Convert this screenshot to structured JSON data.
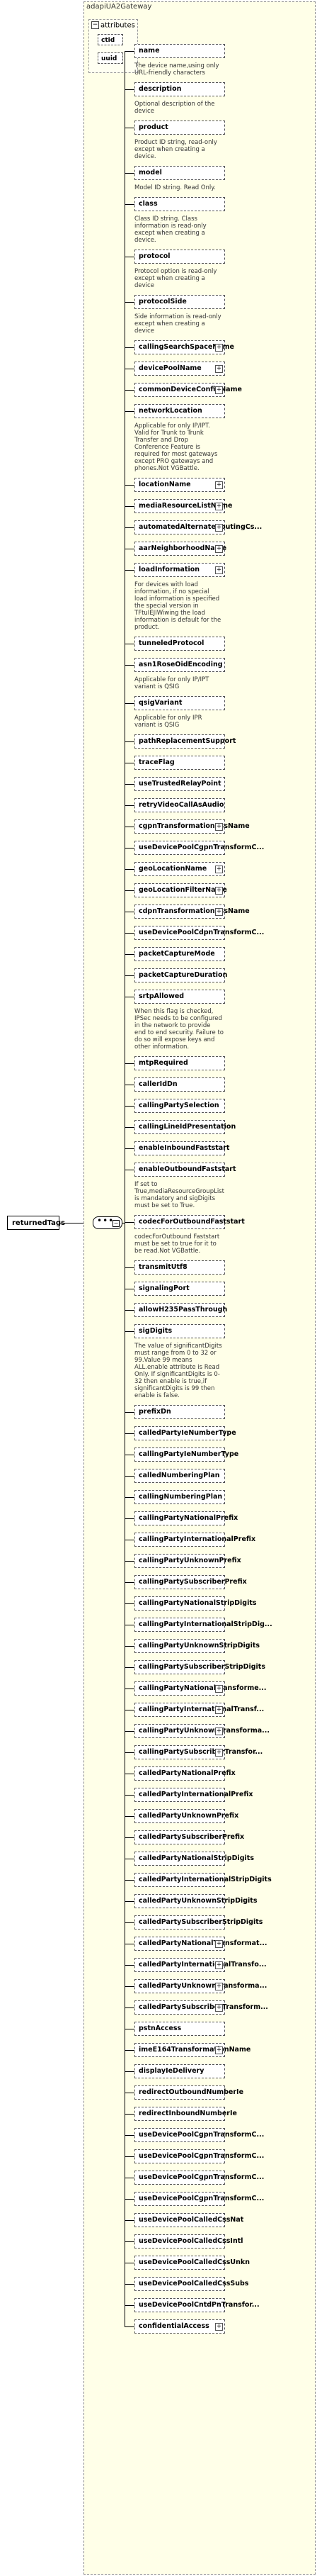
{
  "root": {
    "name": "returnedTags"
  },
  "type": {
    "title": "adapiUA2Gateway"
  },
  "attributes": {
    "title": "attributes",
    "items": [
      "ctid",
      "uuid"
    ]
  },
  "compositor": {
    "symbol": "•••"
  },
  "elements": [
    {
      "name": "name",
      "doc": "The device name,using only URL-friendly characters"
    },
    {
      "name": "description",
      "doc": "Optional description of the device"
    },
    {
      "name": "product",
      "doc": "Product ID string, read-only except when creating a device."
    },
    {
      "name": "model",
      "doc": "Model ID string. Read Only."
    },
    {
      "name": "class",
      "doc": "Class ID string. Class information is read-only except when creating a device."
    },
    {
      "name": "protocol",
      "doc": "Protocol option is read-only except when creating a device"
    },
    {
      "name": "protocolSide",
      "doc": "Side information is read-only except when creating a device"
    },
    {
      "name": "callingSearchSpaceName",
      "plus": true
    },
    {
      "name": "devicePoolName",
      "plus": true
    },
    {
      "name": "commonDeviceConfigName",
      "plus": true
    },
    {
      "name": "networkLocation",
      "doc": "Applicable for only IP/IPT. Valid for Trunk to Trunk Transfer and Drop Conference Feature is required for most gateways except PRO gateways and phones.Not VGBattle."
    },
    {
      "name": "locationName",
      "plus": true
    },
    {
      "name": "mediaResourceListName",
      "plus": true
    },
    {
      "name": "automatedAlternateRoutingCs...",
      "plus": true
    },
    {
      "name": "aarNeighborhoodName",
      "plus": true
    },
    {
      "name": "loadInformation",
      "plus": true,
      "doc": "For devices with load information, if no special load information is specified the special version in TFtuIEJIWiwing the load information is default for the product."
    },
    {
      "name": "tunneledProtocol"
    },
    {
      "name": "asn1RoseOidEncoding",
      "doc": "Applicable for only IP/IPT variant is QSIG"
    },
    {
      "name": "qsigVariant",
      "doc": "Applicable for only IPR variant is QSIG"
    },
    {
      "name": "pathReplacementSupport"
    },
    {
      "name": "traceFlag"
    },
    {
      "name": "useTrustedRelayPoint"
    },
    {
      "name": "retryVideoCallAsAudio"
    },
    {
      "name": "cgpnTransformationCssName",
      "plus": true
    },
    {
      "name": "useDevicePoolCgpnTransformC..."
    },
    {
      "name": "geoLocationName",
      "plus": true
    },
    {
      "name": "geoLocationFilterName",
      "plus": true
    },
    {
      "name": "cdpnTransformationCssName",
      "plus": true
    },
    {
      "name": "useDevicePoolCdpnTransformC..."
    },
    {
      "name": "packetCaptureMode"
    },
    {
      "name": "packetCaptureDuration"
    },
    {
      "name": "srtpAllowed",
      "doc": "When this flag is checked, IPSec needs to be configured in the network to provide end to end security. Failure to do so will expose keys and other information."
    },
    {
      "name": "mtpRequired"
    },
    {
      "name": "callerIdDn"
    },
    {
      "name": "callingPartySelection"
    },
    {
      "name": "callingLineIdPresentation"
    },
    {
      "name": "enableInboundFaststart"
    },
    {
      "name": "enableOutboundFaststart",
      "doc": "If set to True,mediaResourceGroupList is mandatory and sigDigits must be set to True."
    },
    {
      "name": "codecForOutboundFaststart",
      "doc": "codecForOutbound Faststart must be set to true for it to be read.Not VGBattle."
    },
    {
      "name": "transmitUtf8"
    },
    {
      "name": "signalingPort"
    },
    {
      "name": "allowH235PassThrough"
    },
    {
      "name": "sigDigits",
      "doc": "The value of significantDigits must range from 0 to 32 or 99.Value 99 means ALL.enable attribute is Read Only. If significantDigits is 0-32 then enable is true,if significantDigits is 99 then enable is false."
    },
    {
      "name": "prefixDn"
    },
    {
      "name": "calledPartyIeNumberType"
    },
    {
      "name": "callingPartyIeNumberType"
    },
    {
      "name": "calledNumberingPlan"
    },
    {
      "name": "callingNumberingPlan"
    },
    {
      "name": "callingPartyNationalPrefix"
    },
    {
      "name": "callingPartyInternationalPrefix"
    },
    {
      "name": "callingPartyUnknownPrefix"
    },
    {
      "name": "callingPartySubscriberPrefix"
    },
    {
      "name": "callingPartyNationalStripDigits"
    },
    {
      "name": "callingPartyInternationalStripDig..."
    },
    {
      "name": "callingPartyUnknownStripDigits"
    },
    {
      "name": "callingPartySubscriberStripDigits"
    },
    {
      "name": "callingPartyNationalTransforme...",
      "plus": true
    },
    {
      "name": "callingPartyInternationalTransf...",
      "plus": true
    },
    {
      "name": "callingPartyUnknownTransforma...",
      "plus": true
    },
    {
      "name": "callingPartySubscriberTransfor...",
      "plus": true
    },
    {
      "name": "calledPartyNationalPrefix"
    },
    {
      "name": "calledPartyInternationalPrefix"
    },
    {
      "name": "calledPartyUnknownPrefix"
    },
    {
      "name": "calledPartySubscriberPrefix"
    },
    {
      "name": "calledPartyNationalStripDigits"
    },
    {
      "name": "calledPartyInternationalStripDigits"
    },
    {
      "name": "calledPartyUnknownStripDigits"
    },
    {
      "name": "calledPartySubscriberStripDigits"
    },
    {
      "name": "calledPartyNationalTransformat...",
      "plus": true
    },
    {
      "name": "calledPartyInternationalTransfo...",
      "plus": true
    },
    {
      "name": "calledPartyUnknownTransforma...",
      "plus": true
    },
    {
      "name": "calledPartySubscriberTransform...",
      "plus": true
    },
    {
      "name": "pstnAccess"
    },
    {
      "name": "imeE164TransformationName",
      "plus": true
    },
    {
      "name": "displayIeDelivery"
    },
    {
      "name": "redirectOutboundNumberIe"
    },
    {
      "name": "redirectInboundNumberIe"
    },
    {
      "name": "useDevicePoolCgpnTransformC..."
    },
    {
      "name": "useDevicePoolCgpnTransformC..."
    },
    {
      "name": "useDevicePoolCgpnTransformC..."
    },
    {
      "name": "useDevicePoolCgpnTransformC..."
    },
    {
      "name": "useDevicePoolCalledCssNat"
    },
    {
      "name": "useDevicePoolCalledCssIntl"
    },
    {
      "name": "useDevicePoolCalledCssUnkn"
    },
    {
      "name": "useDevicePoolCalledCssSubs"
    },
    {
      "name": "useDevicePoolCntdPnTransfor..."
    },
    {
      "name": "confidentialAccess",
      "plus": true
    }
  ]
}
